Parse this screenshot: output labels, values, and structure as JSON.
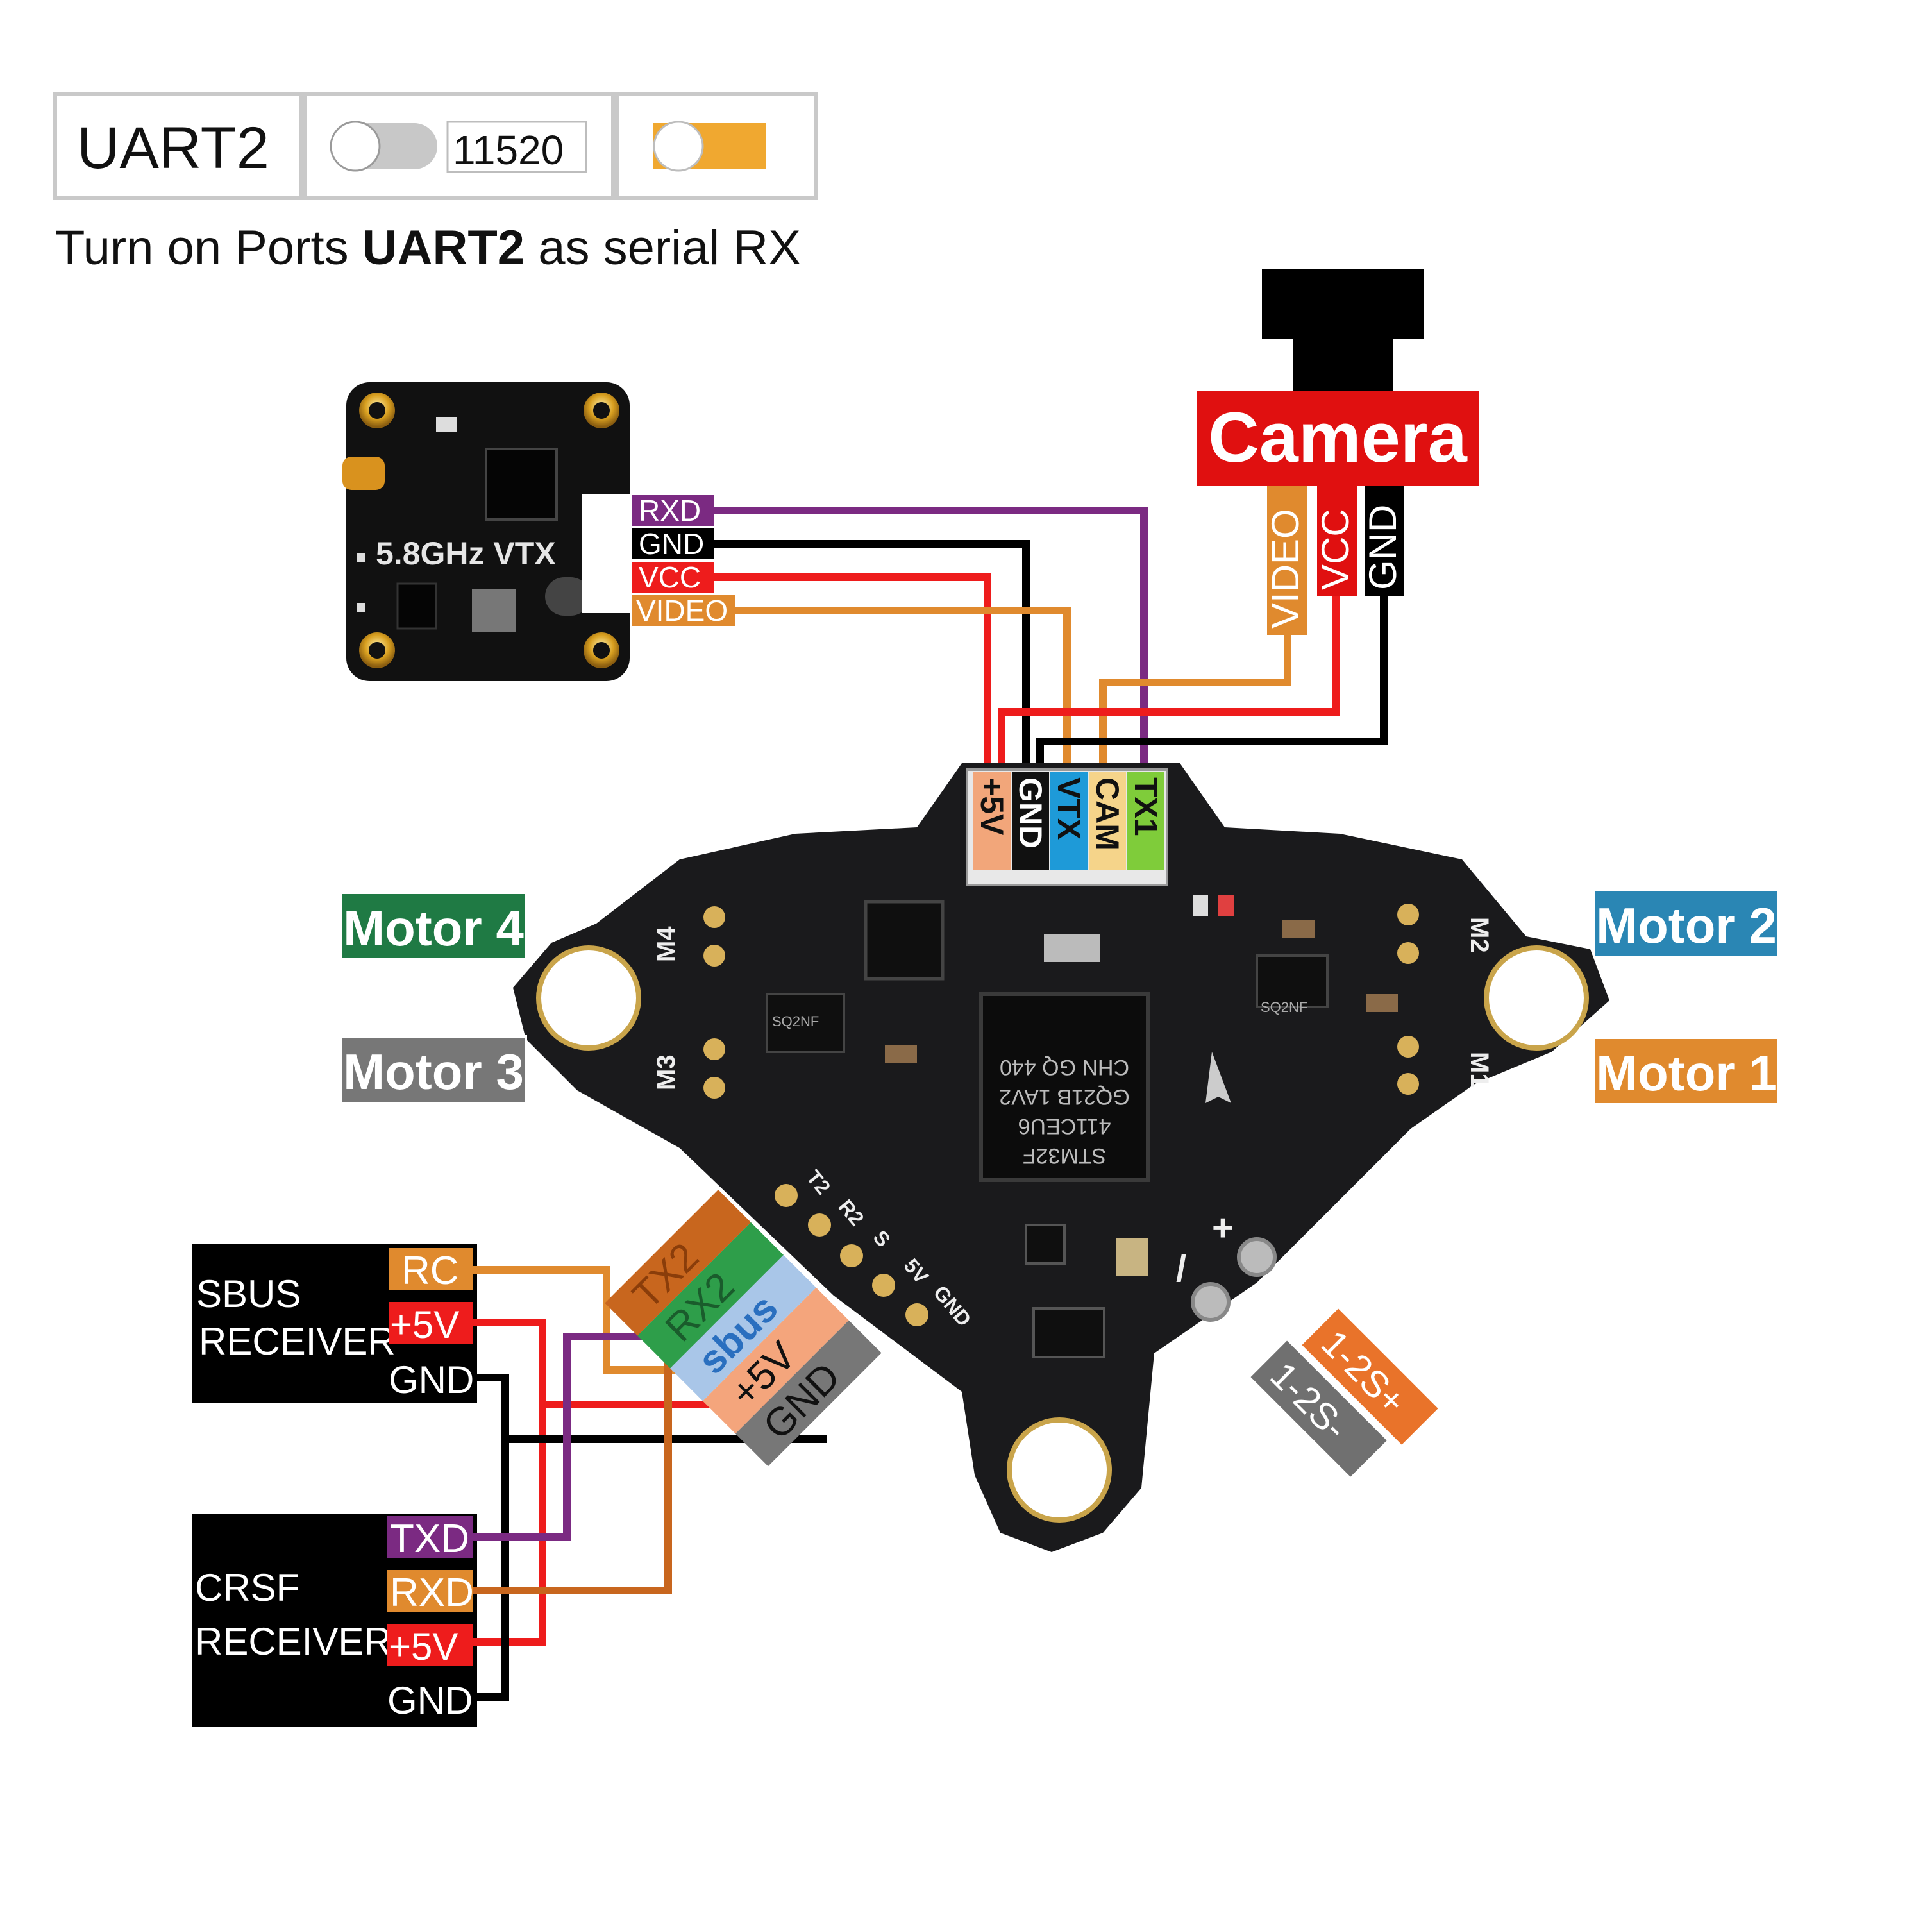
{
  "config": {
    "port_name": "UART2",
    "baud_value": "11520",
    "caption_prefix": "Turn on Ports ",
    "caption_port": "UART2",
    "caption_suffix": " as serial RX",
    "toggle_serial_rx_on": false,
    "toggle_second_on": true
  },
  "vtx": {
    "label": "5.8GHz VTX",
    "pins": [
      "RXD",
      "GND",
      "VCC",
      "VIDEO"
    ]
  },
  "camera": {
    "label": "Camera",
    "pins": [
      "VIDEO",
      "VCC",
      "GND"
    ]
  },
  "fc": {
    "top_pads": [
      "+5V",
      "GND",
      "VTX",
      "CAM",
      "TX1"
    ],
    "bottom_pads": [
      "TX2",
      "RX2",
      "sbus",
      "+5V",
      "GND"
    ],
    "silk_bottom": [
      "T2",
      "R2",
      "S",
      "5V",
      "GND"
    ],
    "silk_motors": [
      "M4",
      "M3",
      "M2",
      "M1"
    ],
    "chip_lines": [
      "STM32F",
      "411CEU6",
      "GQ21B 1AV2",
      "CHN GQ 440"
    ],
    "mosfet_label": "SQ2NF",
    "power_plus": "1-2S+",
    "power_minus": "1-2S-",
    "plus_sign": "+",
    "minus_sign": "/"
  },
  "motors": [
    "Motor 4",
    "Motor 3",
    "Motor 2",
    "Motor 1"
  ],
  "sbus_receiver": {
    "title_line1": "SBUS",
    "title_line2": "RECEIVER",
    "pins": [
      "RC",
      "+5V",
      "GND"
    ]
  },
  "crsf_receiver": {
    "title_line1": "CRSF",
    "title_line2": "RECEIVER",
    "pins": [
      "TXD",
      "RXD",
      "+5V",
      "GND"
    ]
  },
  "colors": {
    "purple": "#7b2a82",
    "black": "#000000",
    "red": "#ee1c1c",
    "orange": "#e08a2e",
    "brown_orange": "#c8661e",
    "green": "#1f7a44",
    "blue": "#2a86b4",
    "gray": "#777777",
    "motor1": "#e08a2e"
  }
}
